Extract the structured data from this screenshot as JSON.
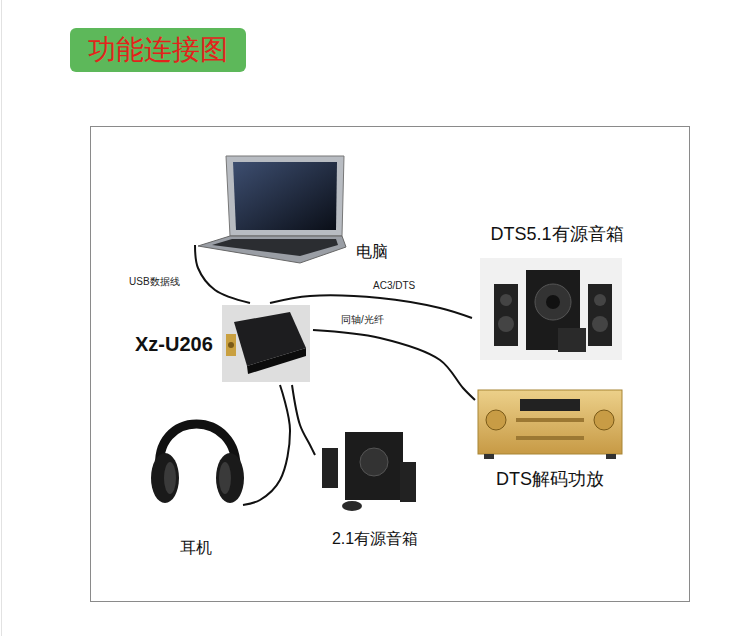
{
  "diagram": {
    "title": "功能连接图",
    "nodes": [
      {
        "text": [
          "电脑"
        ]
      },
      {
        "text": [
          "DTS5.1有源音箱"
        ]
      },
      {
        "text": [
          "Xz-U206"
        ]
      },
      {
        "text": [
          "DTS解码功放"
        ]
      },
      {
        "text": [
          "耳机"
        ]
      },
      {
        "text": [
          "2.1有源音箱"
        ]
      }
    ],
    "edges": [
      {
        "from": 2,
        "to": 0,
        "label": "USB数据线",
        "arrow": "none"
      },
      {
        "from": 2,
        "to": 1,
        "label": "AC3/DTS",
        "arrow": "none"
      },
      {
        "from": 2,
        "to": 3,
        "label": "同轴/光纤",
        "arrow": "none"
      },
      {
        "from": 2,
        "to": 4,
        "arrow": "none"
      },
      {
        "from": 2,
        "to": 5,
        "arrow": "none"
      }
    ]
  }
}
